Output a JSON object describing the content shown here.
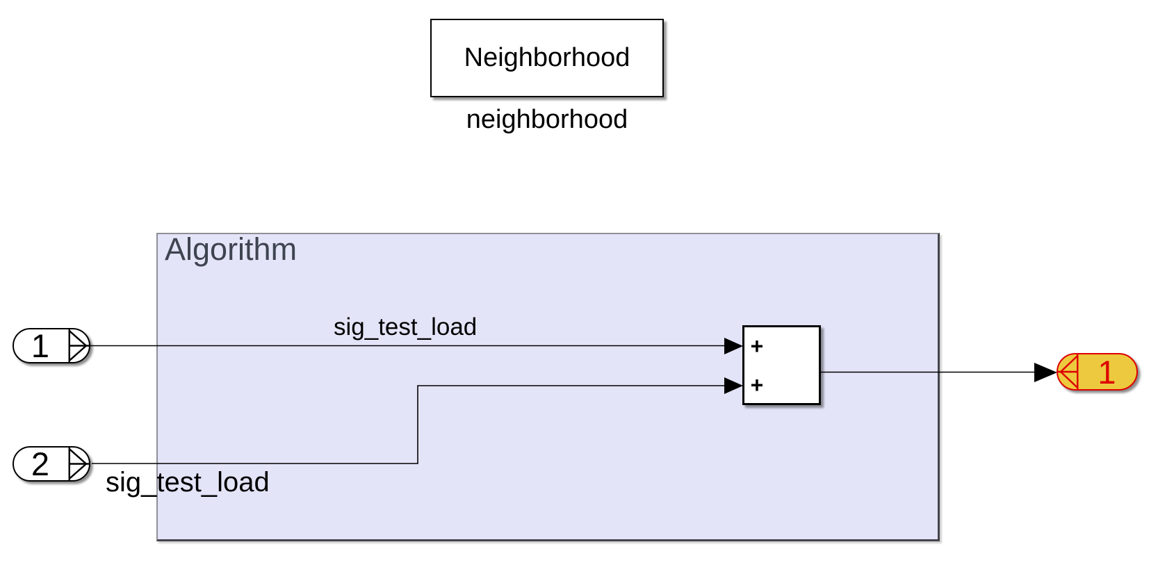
{
  "diagram": {
    "blocks": {
      "neighborhood": {
        "label": "Neighborhood",
        "caption": "neighborhood"
      },
      "algorithm_area": {
        "label": "Algorithm"
      },
      "inport1": {
        "number": "1"
      },
      "inport2": {
        "number": "2"
      },
      "sum": {
        "signs": [
          "+",
          "+"
        ]
      },
      "outport1": {
        "number": "1"
      }
    },
    "signal_labels": {
      "wire1": "sig_test_load",
      "wire2": "sig_test_load"
    },
    "colors": {
      "canvas_background": "#FFFFFF",
      "block_fill": "#FFFFFF",
      "block_border": "#000000",
      "area_fill": "#E4E4F8",
      "area_border_light": "#8F8F98",
      "area_border_dark": "#44444C",
      "area_label_text": "#3E4450",
      "outport_fill": "#EDC93F",
      "outport_accent": "#DD0000",
      "wire": "#000000"
    }
  }
}
